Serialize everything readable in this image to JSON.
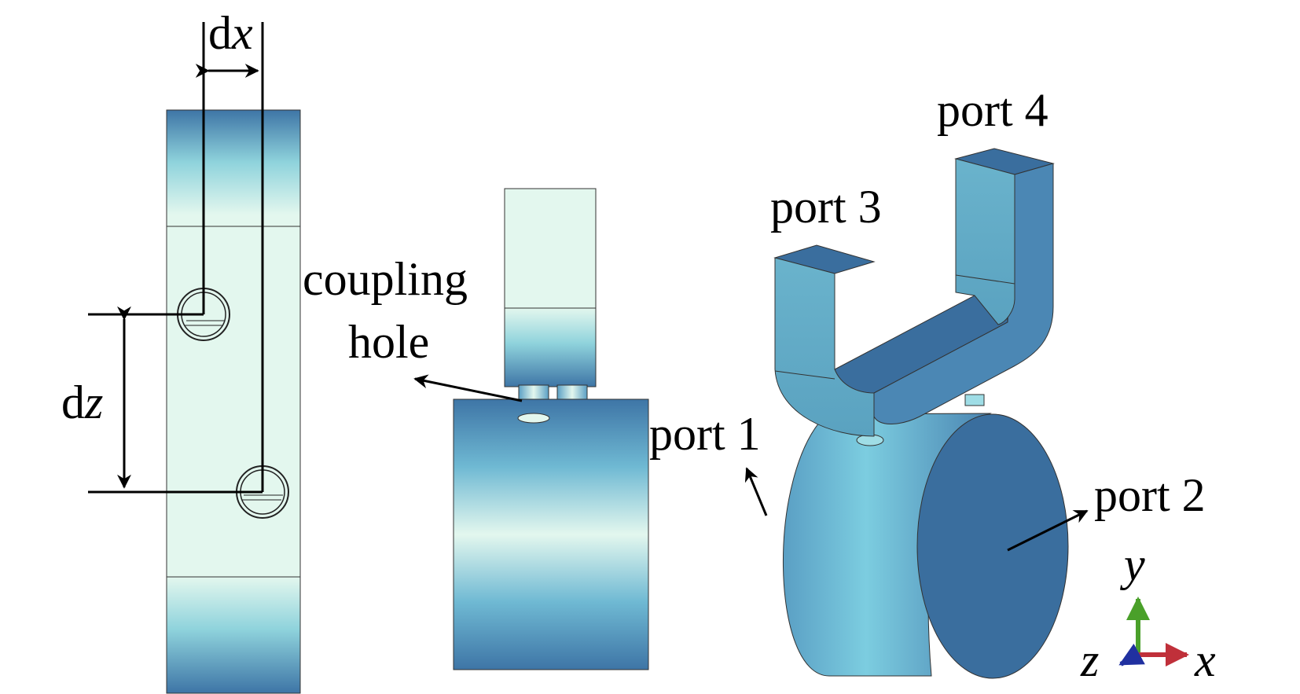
{
  "labels": {
    "dx_d": "d",
    "dx_var": "x",
    "dz_d": "d",
    "dz_var": "z",
    "coupling_line1": "coupling",
    "coupling_line2": "hole",
    "port1": "port 1",
    "port2": "port 2",
    "port3": "port 3",
    "port4": "port 4"
  },
  "axes": {
    "y": "y",
    "z": "z",
    "x": "x",
    "y_color": "#3c8a1e",
    "z_color": "#1e32c8",
    "x_color": "#a01e1e"
  },
  "colors": {
    "body_dark": "#3e75a6",
    "body_mid": "#6fb9d3",
    "body_light": "#e3f7ee",
    "face_dark": "#3a6e9e"
  }
}
